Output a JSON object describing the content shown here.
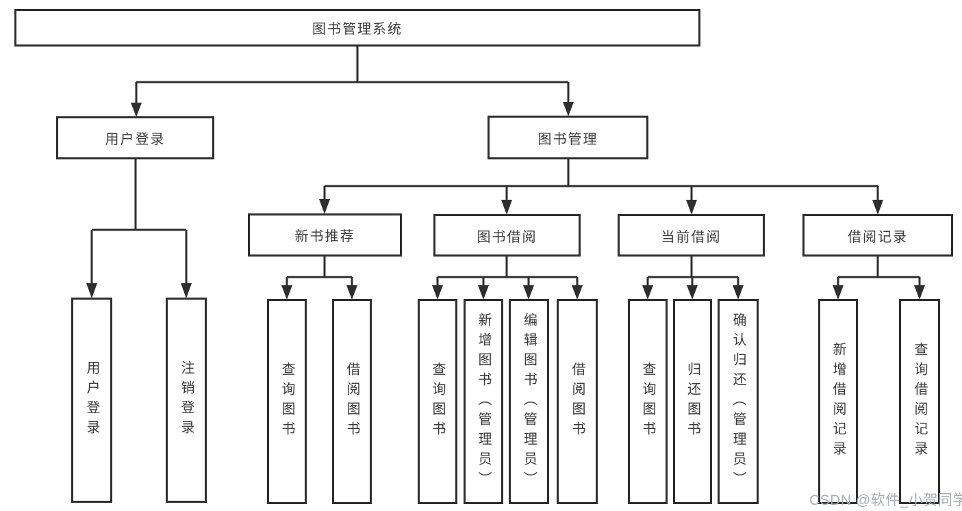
{
  "diagram_title": "图书管理系统",
  "tree": {
    "root": {
      "label": "图书管理系统"
    },
    "branches": [
      {
        "label": "用户登录",
        "children": [
          {
            "label": "用户登录"
          },
          {
            "label": "注销登录"
          }
        ]
      },
      {
        "label": "图书管理",
        "children": [
          {
            "label": "新书推荐",
            "children": [
              {
                "label": "查询图书"
              },
              {
                "label": "借阅图书"
              }
            ]
          },
          {
            "label": "图书借阅",
            "children": [
              {
                "label": "查询图书"
              },
              {
                "label": "新增图书（管理员）"
              },
              {
                "label": "编辑图书（管理员）"
              },
              {
                "label": "借阅图书"
              }
            ]
          },
          {
            "label": "当前借阅",
            "children": [
              {
                "label": "查询图书"
              },
              {
                "label": "归还图书"
              },
              {
                "label": "确认归还（管理员）"
              }
            ]
          },
          {
            "label": "借阅记录",
            "children": [
              {
                "label": "新增借阅记录"
              },
              {
                "label": "查询借阅记录"
              }
            ]
          }
        ]
      }
    ]
  },
  "watermark": {
    "text": "CSDN @软件_小贺同学"
  },
  "colors": {
    "line": "#2e2e2e",
    "box_border": "#2e2e2e",
    "box_background": "#ffffff",
    "text": "#3b3b3b",
    "watermark": "#a9aeb6",
    "background": "#ffffff"
  }
}
